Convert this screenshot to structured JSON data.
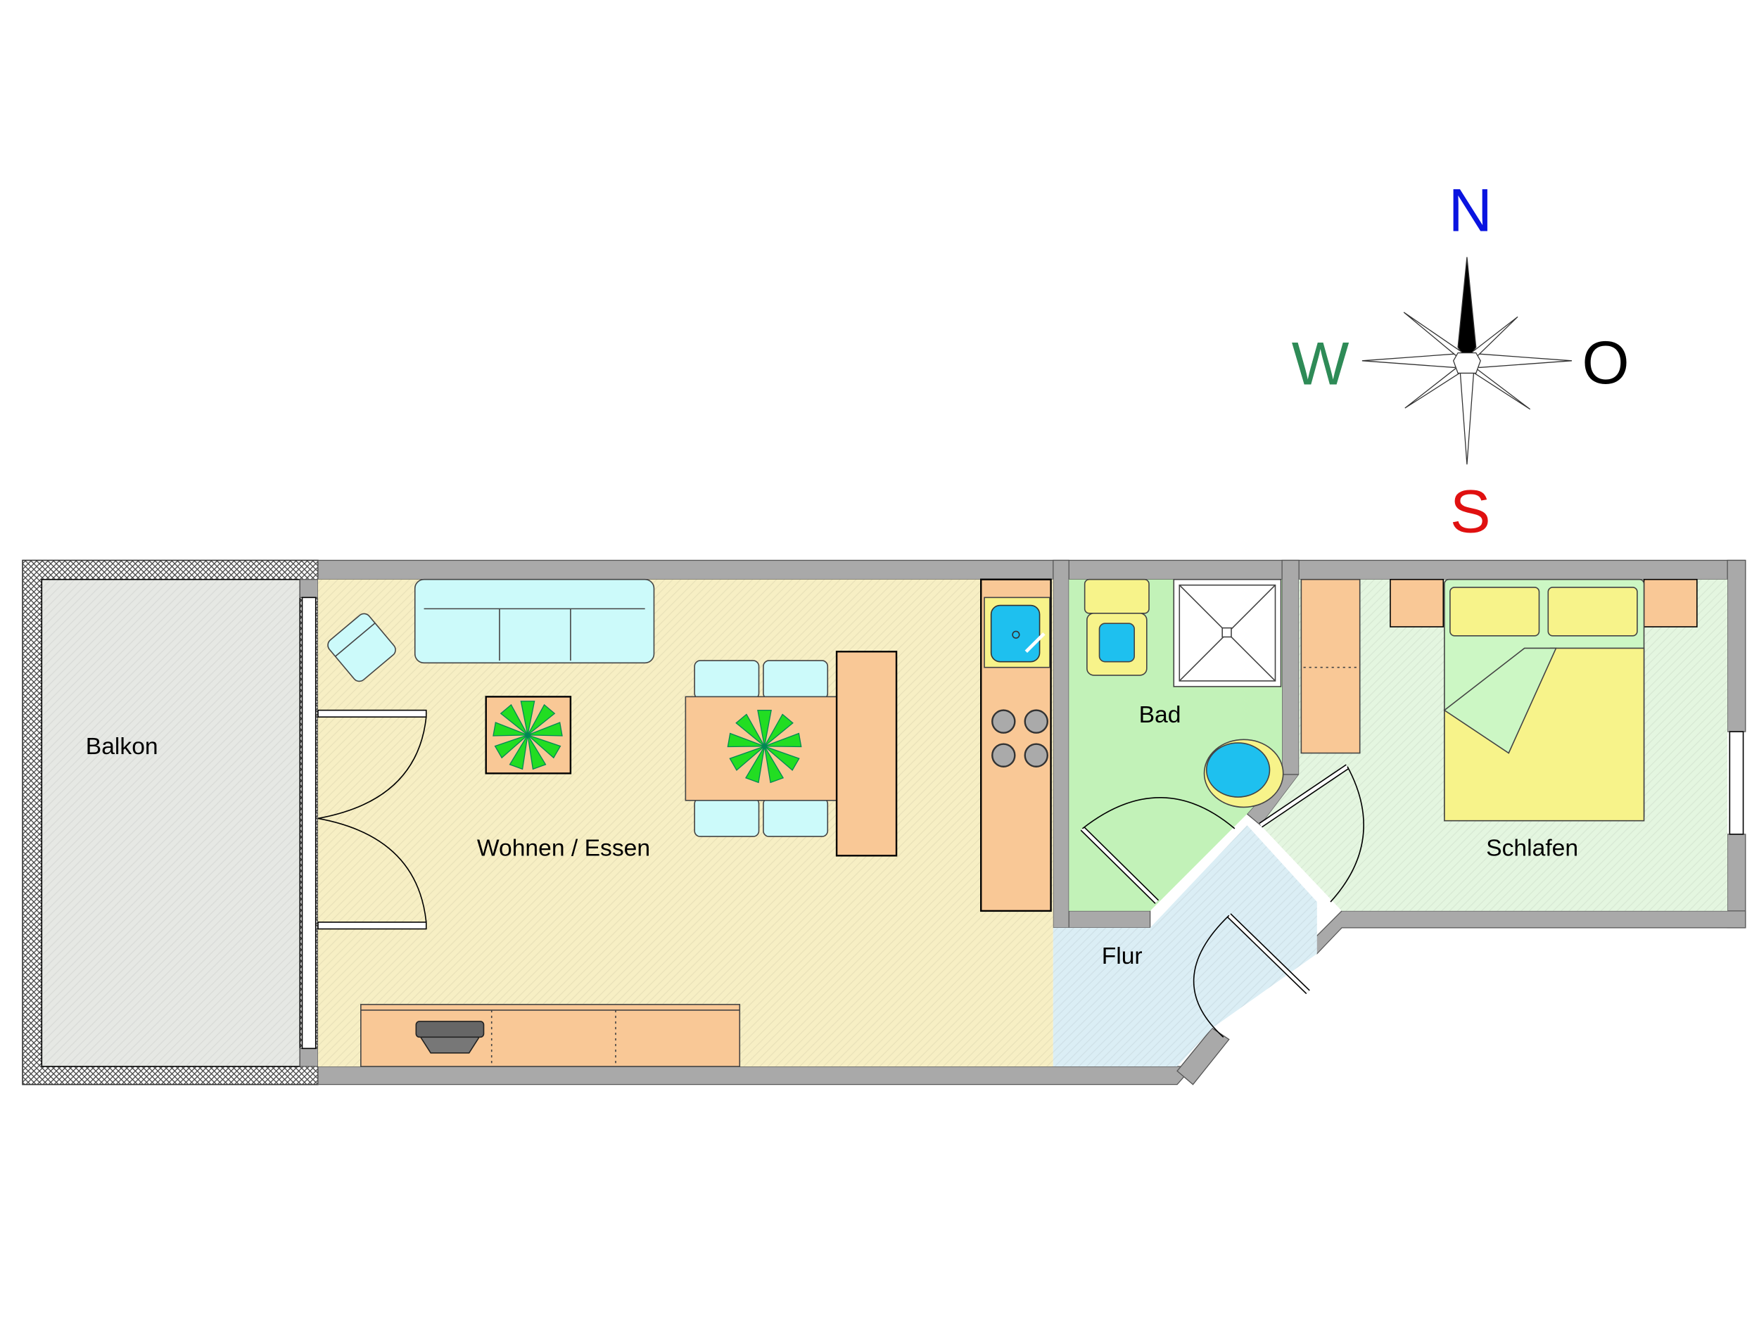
{
  "rooms": {
    "balkon": "Balkon",
    "wohnen": "Wohnen / Essen",
    "bad": "Bad",
    "flur": "Flur",
    "schlafen": "Schlafen"
  },
  "compass": {
    "north": "N",
    "west": "W",
    "east": "O",
    "south": "S",
    "colors": {
      "north": "#0a14e0",
      "west": "#2e8b57",
      "east": "#000000",
      "south": "#e01010"
    }
  },
  "colors": {
    "wall": "#a9a9a9",
    "living": "#f7efc4",
    "bath": "#c2f2b8",
    "bedroom": "#e4f6e0",
    "hall": "#dbeef5",
    "balcony": "#e6e8e4",
    "furniture": "#f9c896",
    "upholstery": "#ccfafa",
    "plant": "#22dd22"
  }
}
